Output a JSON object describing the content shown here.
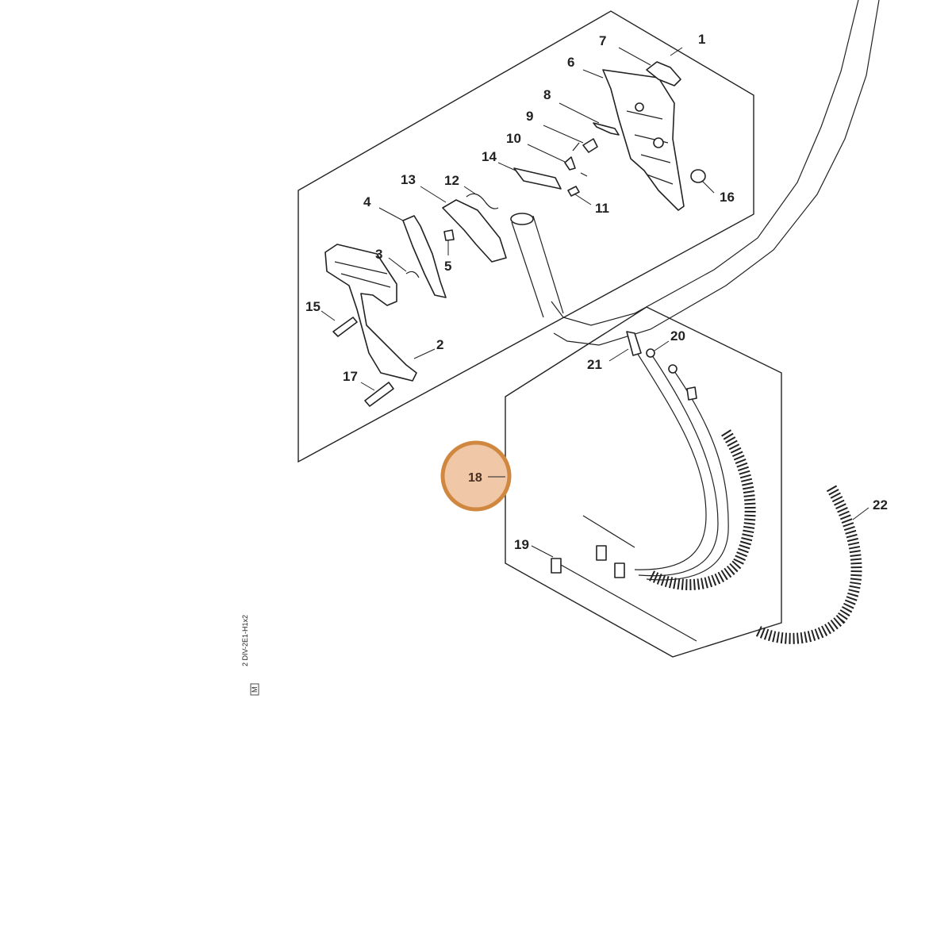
{
  "diagram": {
    "highlight_color": "#f0c8a8",
    "highlight_stroke": "#d08840",
    "highlighted_part": "18",
    "parts": [
      {
        "id": "p1",
        "label": "1"
      },
      {
        "id": "p2",
        "label": "2"
      },
      {
        "id": "p3",
        "label": "3"
      },
      {
        "id": "p4",
        "label": "4"
      },
      {
        "id": "p5",
        "label": "5"
      },
      {
        "id": "p6",
        "label": "6"
      },
      {
        "id": "p7",
        "label": "7"
      },
      {
        "id": "p8",
        "label": "8"
      },
      {
        "id": "p9",
        "label": "9"
      },
      {
        "id": "p10",
        "label": "10"
      },
      {
        "id": "p11",
        "label": "11"
      },
      {
        "id": "p12",
        "label": "12"
      },
      {
        "id": "p13",
        "label": "13"
      },
      {
        "id": "p14",
        "label": "14"
      },
      {
        "id": "p15",
        "label": "15"
      },
      {
        "id": "p16",
        "label": "16"
      },
      {
        "id": "p17",
        "label": "17"
      },
      {
        "id": "p18",
        "label": "18"
      },
      {
        "id": "p19",
        "label": "19"
      },
      {
        "id": "p20",
        "label": "20"
      },
      {
        "id": "p21",
        "label": "21"
      },
      {
        "id": "p22",
        "label": "22"
      }
    ],
    "drawing_code": "2 DIV-2E1-H1x2",
    "drawing_code_box": "M"
  }
}
